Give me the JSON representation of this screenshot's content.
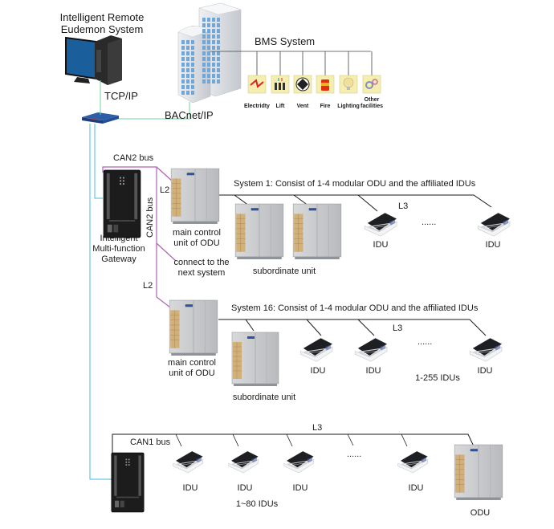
{
  "top": {
    "eudemon_label_line1": "Intelligent Remote",
    "eudemon_label_line2": "Eudemon System",
    "tcpip_label": "TCP/IP",
    "bacnet_label": "BACnet/IP",
    "bms_title": "BMS  System",
    "bms_items": [
      {
        "label": "Electridty",
        "icon": "lightning-icon",
        "color": "#e02020"
      },
      {
        "label": "Lift",
        "icon": "elevator-icon",
        "color": "#333333"
      },
      {
        "label": "Vent",
        "icon": "fan-icon",
        "color": "#222222"
      },
      {
        "label": "Fire",
        "icon": "fire-extinguisher-icon",
        "color": "#e03010"
      },
      {
        "label": "Lighting",
        "icon": "lightbulb-icon",
        "color": "#f0e0a0"
      },
      {
        "label": "Other\nfacilities",
        "icon": "gears-icon",
        "color": "#8090c0"
      }
    ]
  },
  "gateway": {
    "can2_bus_label": "CAN2 bus",
    "can2_bus_vertical_label": "CAN2 bus",
    "gateway_line1": "Intelligent",
    "gateway_line2": "Multi-function",
    "gateway_line3": "Gateway",
    "l2_label_a": "L2",
    "l2_label_b": "L2",
    "next_system_line1": "connect to the",
    "next_system_line2": "next system"
  },
  "system1": {
    "title": "System 1:   Consist of 1-4 modular ODU and the affiliated IDUs",
    "main_odu_line1": "main control",
    "main_odu_line2": "unit of ODU",
    "subordinate_label": "subordinate unit",
    "l3_label": "L3",
    "ellipsis": "......",
    "idu_labels": [
      "IDU",
      "IDU"
    ]
  },
  "system16": {
    "title": "System 16:   Consist of 1-4 modular ODU and the affiliated IDUs",
    "main_odu_line1": "main control",
    "main_odu_line2": "unit of ODU",
    "subordinate_label": "subordinate unit",
    "l3_label": "L3",
    "ellipsis": "......",
    "idu_labels": [
      "IDU",
      "IDU",
      "IDU"
    ],
    "idu_count_label": "1-255 IDUs"
  },
  "can1": {
    "bus_label": "CAN1 bus",
    "l3_label": "L3",
    "ellipsis": "......",
    "idu_labels": [
      "IDU",
      "IDU",
      "IDU",
      "IDU"
    ],
    "idu_count_label": "1~80 IDUs",
    "odu_label": "ODU"
  },
  "colors": {
    "ethernet_line": "#6fd0a0",
    "gateway_line": "#4ab8e0",
    "can2_line": "#b060b8",
    "bus_line": "#1a1a1a",
    "bms_icon_bg": "#f5eeb0"
  }
}
